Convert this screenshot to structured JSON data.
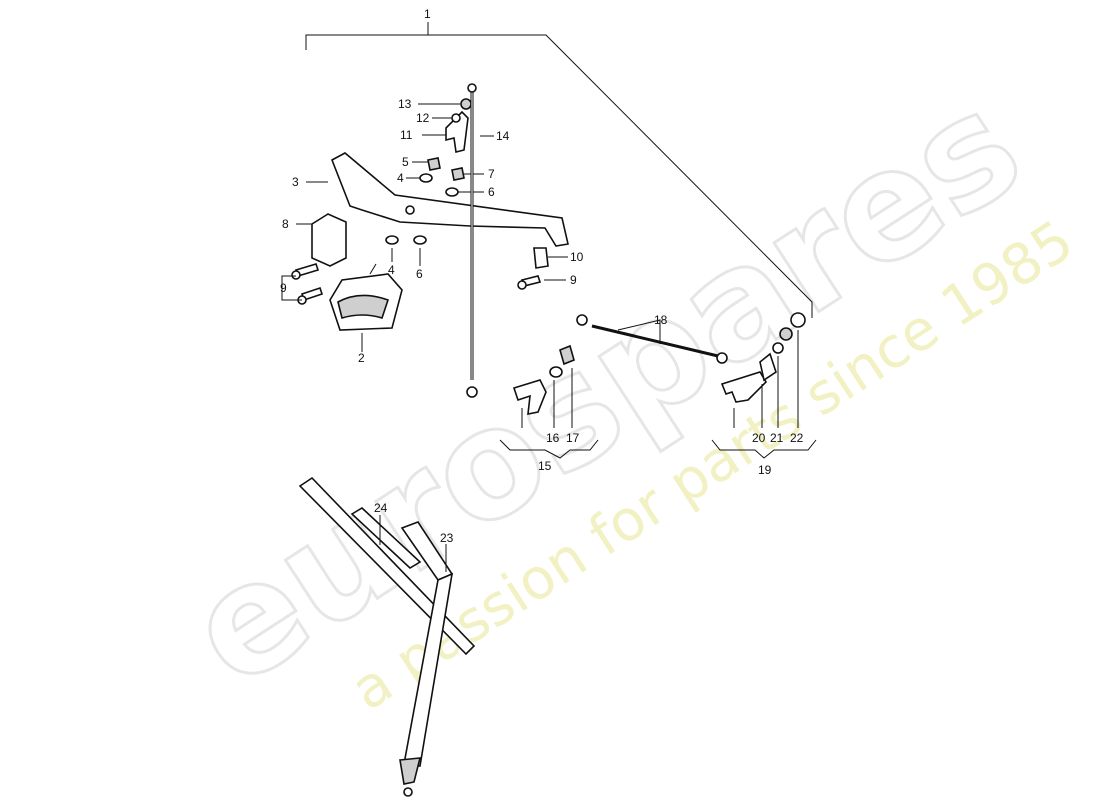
{
  "watermark": {
    "brand": "eurospares",
    "tagline": "a passion for parts since 1985"
  },
  "callouts": {
    "c1": "1",
    "c2": "2",
    "c3": "3",
    "c4a": "4",
    "c4b": "4",
    "c5": "5",
    "c6a": "6",
    "c6b": "6",
    "c7": "7",
    "c8": "8",
    "c9a": "9",
    "c9b": "9",
    "c10": "10",
    "c11": "11",
    "c12": "12",
    "c13": "13",
    "c14": "14",
    "c15": "15",
    "c16": "16",
    "c17": "17",
    "c18": "18",
    "c19": "19",
    "c20": "20",
    "c21": "21",
    "c22": "22",
    "c23": "23",
    "c24": "24"
  }
}
